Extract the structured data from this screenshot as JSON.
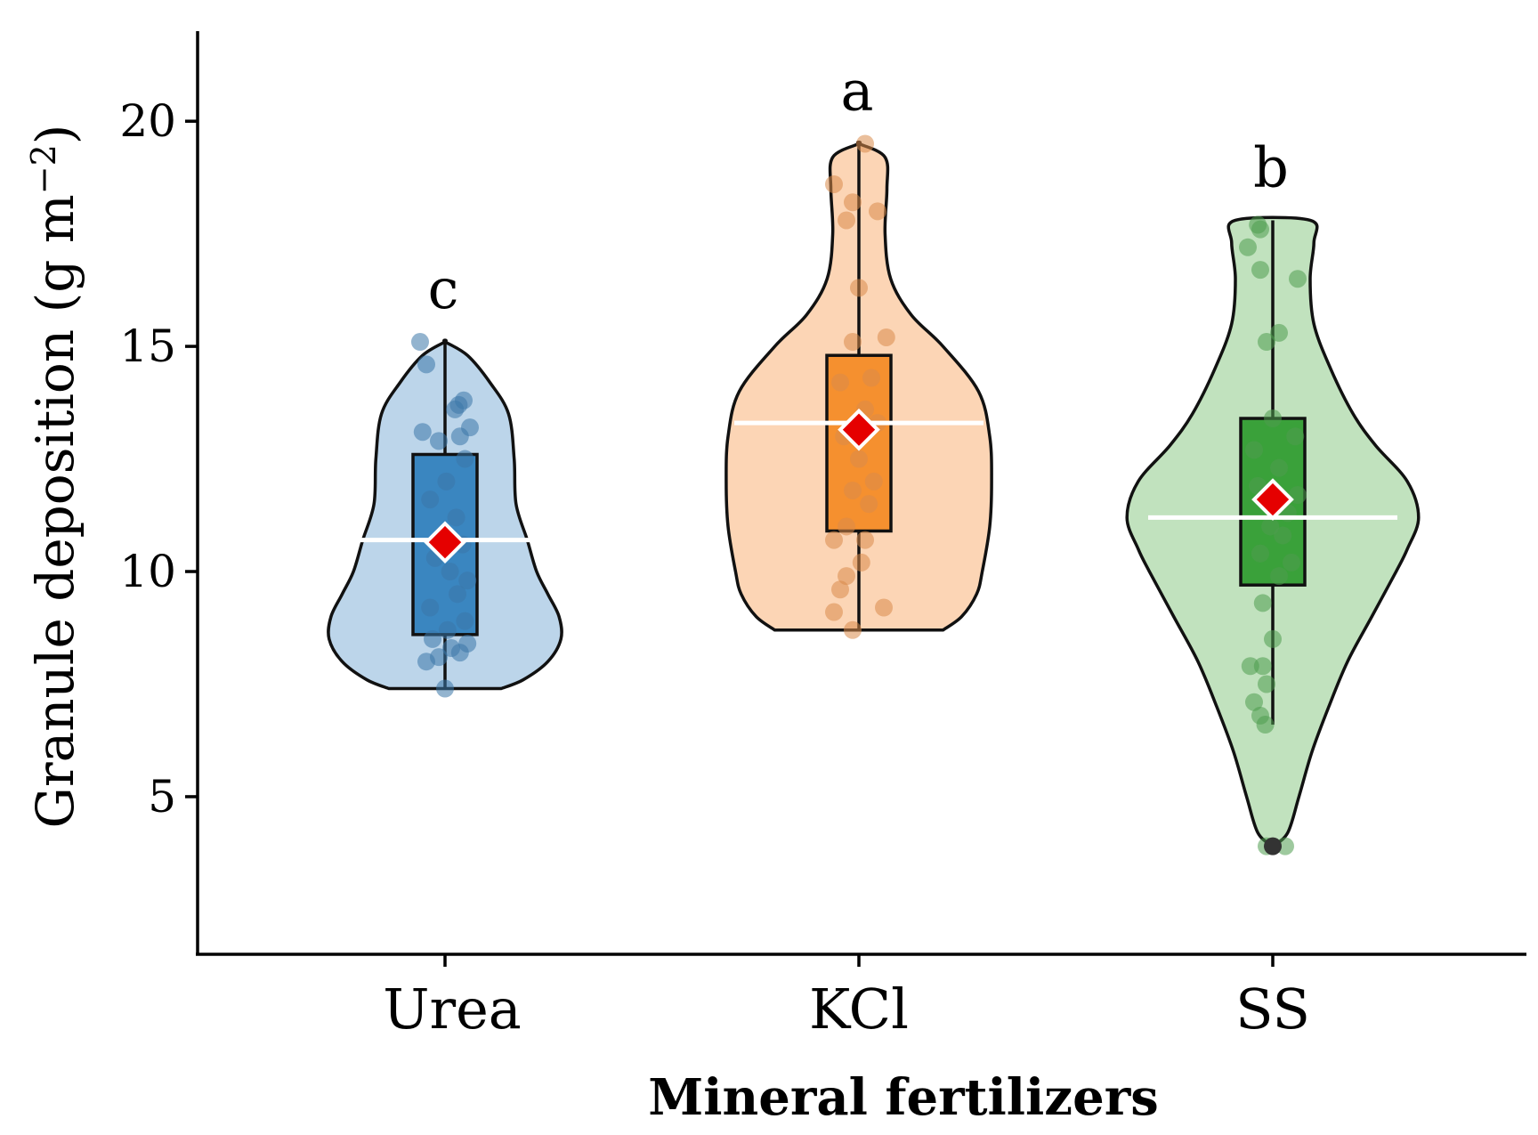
{
  "chart_data": {
    "type": "violin",
    "xlabel": "Mineral fertilizers",
    "ylabel": "Granule deposition (g m",
    "ylabel_sup": "−2",
    "ylabel_close": ")",
    "ylim": [
      1.5,
      22
    ],
    "yticks": [
      5,
      10,
      15,
      20
    ],
    "grid": false,
    "legend": "none",
    "groups": [
      {
        "name": "Urea",
        "letter": "c",
        "violin_color": "#bcd5ea",
        "box_color": "#3a86c0",
        "point_color": "#3a77a8",
        "min": 7.4,
        "q1": 8.6,
        "median": 10.7,
        "mean": 10.65,
        "q3": 12.6,
        "max": 15.1,
        "outliers": [],
        "density": [
          [
            7.4,
            0.3
          ],
          [
            7.6,
            0.42
          ],
          [
            8.0,
            0.55
          ],
          [
            8.5,
            0.62
          ],
          [
            9.0,
            0.61
          ],
          [
            9.5,
            0.55
          ],
          [
            10.0,
            0.49
          ],
          [
            10.7,
            0.44
          ],
          [
            11.5,
            0.38
          ],
          [
            12.5,
            0.37
          ],
          [
            13.5,
            0.34
          ],
          [
            14.2,
            0.24
          ],
          [
            14.8,
            0.12
          ],
          [
            15.1,
            0.0
          ]
        ],
        "points": [
          [
            0.0,
            7.4
          ],
          [
            -0.15,
            8.0
          ],
          [
            -0.05,
            8.1
          ],
          [
            0.05,
            8.3
          ],
          [
            0.12,
            8.2
          ],
          [
            0.18,
            8.4
          ],
          [
            -0.1,
            8.5
          ],
          [
            0.02,
            8.7
          ],
          [
            0.16,
            8.9
          ],
          [
            -0.12,
            9.2
          ],
          [
            0.1,
            9.5
          ],
          [
            0.18,
            9.8
          ],
          [
            0.04,
            10.0
          ],
          [
            -0.08,
            10.3
          ],
          [
            0.14,
            10.6
          ],
          [
            -0.02,
            10.8
          ],
          [
            0.09,
            11.2
          ],
          [
            -0.12,
            11.6
          ],
          [
            0.01,
            12.0
          ],
          [
            0.16,
            12.5
          ],
          [
            -0.05,
            12.9
          ],
          [
            0.12,
            13.0
          ],
          [
            0.2,
            13.2
          ],
          [
            -0.18,
            13.1
          ],
          [
            0.08,
            13.6
          ],
          [
            0.15,
            13.8
          ],
          [
            0.11,
            13.7
          ],
          [
            -0.15,
            14.6
          ],
          [
            -0.2,
            15.1
          ]
        ]
      },
      {
        "name": "KCl",
        "letter": "a",
        "violin_color": "#fcd5b5",
        "box_color": "#f5902f",
        "point_color": "#d88a4a",
        "min": 8.7,
        "q1": 10.9,
        "median": 13.3,
        "mean": 13.15,
        "q3": 14.8,
        "max": 19.5,
        "outliers": [],
        "density": [
          [
            8.7,
            0.45
          ],
          [
            9.0,
            0.55
          ],
          [
            9.5,
            0.63
          ],
          [
            10.0,
            0.66
          ],
          [
            11.0,
            0.7
          ],
          [
            12.0,
            0.71
          ],
          [
            13.0,
            0.7
          ],
          [
            14.0,
            0.64
          ],
          [
            15.0,
            0.45
          ],
          [
            15.7,
            0.28
          ],
          [
            16.5,
            0.17
          ],
          [
            17.5,
            0.14
          ],
          [
            18.5,
            0.15
          ],
          [
            19.2,
            0.14
          ],
          [
            19.5,
            0.0
          ]
        ],
        "points": [
          [
            -0.05,
            8.7
          ],
          [
            -0.2,
            9.1
          ],
          [
            0.2,
            9.2
          ],
          [
            -0.15,
            9.6
          ],
          [
            -0.1,
            9.9
          ],
          [
            0.02,
            10.2
          ],
          [
            -0.2,
            10.7
          ],
          [
            0.05,
            10.7
          ],
          [
            -0.1,
            11.0
          ],
          [
            0.08,
            11.5
          ],
          [
            -0.05,
            11.8
          ],
          [
            0.12,
            12.0
          ],
          [
            0.0,
            12.5
          ],
          [
            -0.12,
            13.0
          ],
          [
            0.15,
            13.3
          ],
          [
            0.05,
            13.6
          ],
          [
            -0.15,
            14.2
          ],
          [
            0.1,
            14.3
          ],
          [
            -0.05,
            15.1
          ],
          [
            0.22,
            15.2
          ],
          [
            0.0,
            16.3
          ],
          [
            -0.1,
            17.8
          ],
          [
            -0.05,
            18.2
          ],
          [
            0.15,
            18.0
          ],
          [
            -0.2,
            18.6
          ],
          [
            0.05,
            19.5
          ]
        ]
      },
      {
        "name": "SS",
        "letter": "b",
        "violin_color": "#c1e2be",
        "box_color": "#3aa13a",
        "point_color": "#4f9d4f",
        "min": 6.6,
        "q1": 9.7,
        "median": 11.2,
        "mean": 11.6,
        "q3": 13.4,
        "max": 17.8,
        "outliers": [
          3.9
        ],
        "density": [
          [
            3.9,
            0.0
          ],
          [
            4.2,
            0.08
          ],
          [
            5.0,
            0.14
          ],
          [
            6.0,
            0.21
          ],
          [
            7.0,
            0.3
          ],
          [
            8.0,
            0.4
          ],
          [
            9.0,
            0.53
          ],
          [
            10.0,
            0.66
          ],
          [
            10.5,
            0.72
          ],
          [
            11.2,
            0.78
          ],
          [
            12.0,
            0.72
          ],
          [
            12.8,
            0.55
          ],
          [
            13.5,
            0.43
          ],
          [
            14.5,
            0.31
          ],
          [
            15.5,
            0.22
          ],
          [
            16.5,
            0.2
          ],
          [
            17.3,
            0.22
          ],
          [
            17.8,
            0.2
          ]
        ],
        "points": [
          [
            -0.05,
            3.9
          ],
          [
            0.1,
            3.9
          ],
          [
            -0.06,
            6.6
          ],
          [
            -0.1,
            6.8
          ],
          [
            -0.15,
            7.1
          ],
          [
            -0.05,
            7.5
          ],
          [
            -0.18,
            7.9
          ],
          [
            -0.08,
            7.9
          ],
          [
            0.0,
            8.5
          ],
          [
            -0.08,
            9.3
          ],
          [
            0.05,
            9.9
          ],
          [
            0.15,
            10.2
          ],
          [
            -0.1,
            10.4
          ],
          [
            0.08,
            10.8
          ],
          [
            -0.02,
            11.0
          ],
          [
            0.12,
            11.3
          ],
          [
            0.2,
            11.7
          ],
          [
            -0.12,
            11.9
          ],
          [
            0.05,
            12.3
          ],
          [
            -0.15,
            12.7
          ],
          [
            0.18,
            13.0
          ],
          [
            0.0,
            13.4
          ],
          [
            0.05,
            15.3
          ],
          [
            -0.05,
            15.1
          ],
          [
            -0.1,
            16.7
          ],
          [
            0.2,
            16.5
          ],
          [
            -0.2,
            17.2
          ],
          [
            -0.12,
            17.7
          ],
          [
            -0.1,
            17.6
          ]
        ]
      }
    ]
  }
}
